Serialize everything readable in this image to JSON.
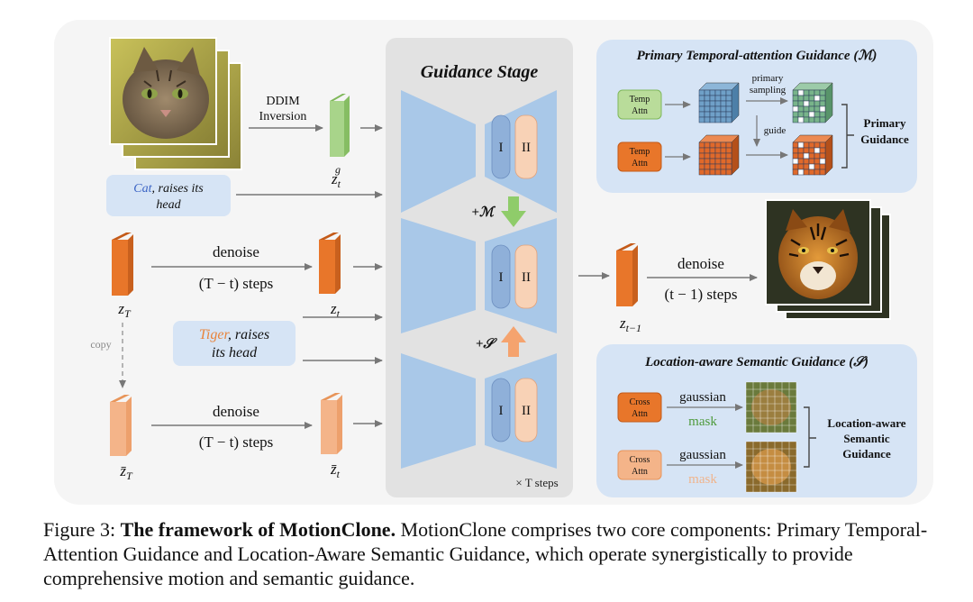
{
  "diagram": {
    "guidance_stage_title": "Guidance Stage",
    "steps_label": "× T steps",
    "ddim_line1": "DDIM",
    "ddim_line2": "Inversion",
    "zt_g": "z",
    "zt_g_sub": "t",
    "zt_g_sup": "g",
    "cat_prompt_colored": "Cat",
    "cat_prompt_rest": ", raises its",
    "cat_prompt_line2": "head",
    "tiger_prompt_colored": "Tiger",
    "tiger_prompt_rest": ", raises",
    "tiger_prompt_line2": "its head",
    "denoise_top": "denoise",
    "steps_top": "(T − t) steps",
    "denoise_bottom": "denoise",
    "steps_bottom": "(T − t) steps",
    "denoise_right": "denoise",
    "steps_right": "(t − 1) steps",
    "zT": "z",
    "zT_sub": "T",
    "zt": "z",
    "zt_sub": "t",
    "zbar_T": "z̄",
    "zbar_T_sub": "T",
    "zbar_t": "z̄",
    "zbar_t_sub": "t",
    "zt_minus1": "z",
    "zt_minus1_sub": "t−1",
    "copy_label": "copy",
    "unet_I": "I",
    "unet_II": "II",
    "plus_M": "+ℳ",
    "plus_S": "+𝒮",
    "primary_panel_title": "Primary Temporal-attention Guidance (ℳ)",
    "temp_attn_line1": "Temp",
    "temp_attn_line2": "Attn",
    "primary_sampling_line1": "primary",
    "primary_sampling_line2": "sampling",
    "guide_label": "guide",
    "primary_guidance_line1": "Primary",
    "primary_guidance_line2": "Guidance",
    "location_panel_title": "Location-aware Semantic Guidance (𝒮)",
    "cross_attn_line1": "Cross",
    "cross_attn_line2": "Attn",
    "gaussian_label": "gaussian",
    "mask_label": "mask",
    "loc_guidance_line1": "Location-aware",
    "loc_guidance_line2": "Semantic",
    "loc_guidance_line3": "Guidance"
  },
  "caption": {
    "figure_label": "Figure 3:",
    "bold_title": "The framework of MotionClone.",
    "text": "MotionClone comprises two core components: Primary Temporal-Attention Guidance and Location-Aware Semantic Guidance, which operate synergistically to provide comprehensive motion and semantic guidance."
  },
  "colors": {
    "panel_bg": "#f5f5f5",
    "stage_bg": "#e4e4e4",
    "subpanel_bg": "#d6e4f5",
    "unet_blue": "#a9c8e8",
    "orange_dark": "#e8762a",
    "orange_light": "#f4b489",
    "green": "#9ccb78",
    "cat_blue": "#3a63c4",
    "tiger_orange": "#e8843c",
    "mask_green": "#4e9a3c",
    "mask_peach": "#f0b48c"
  }
}
